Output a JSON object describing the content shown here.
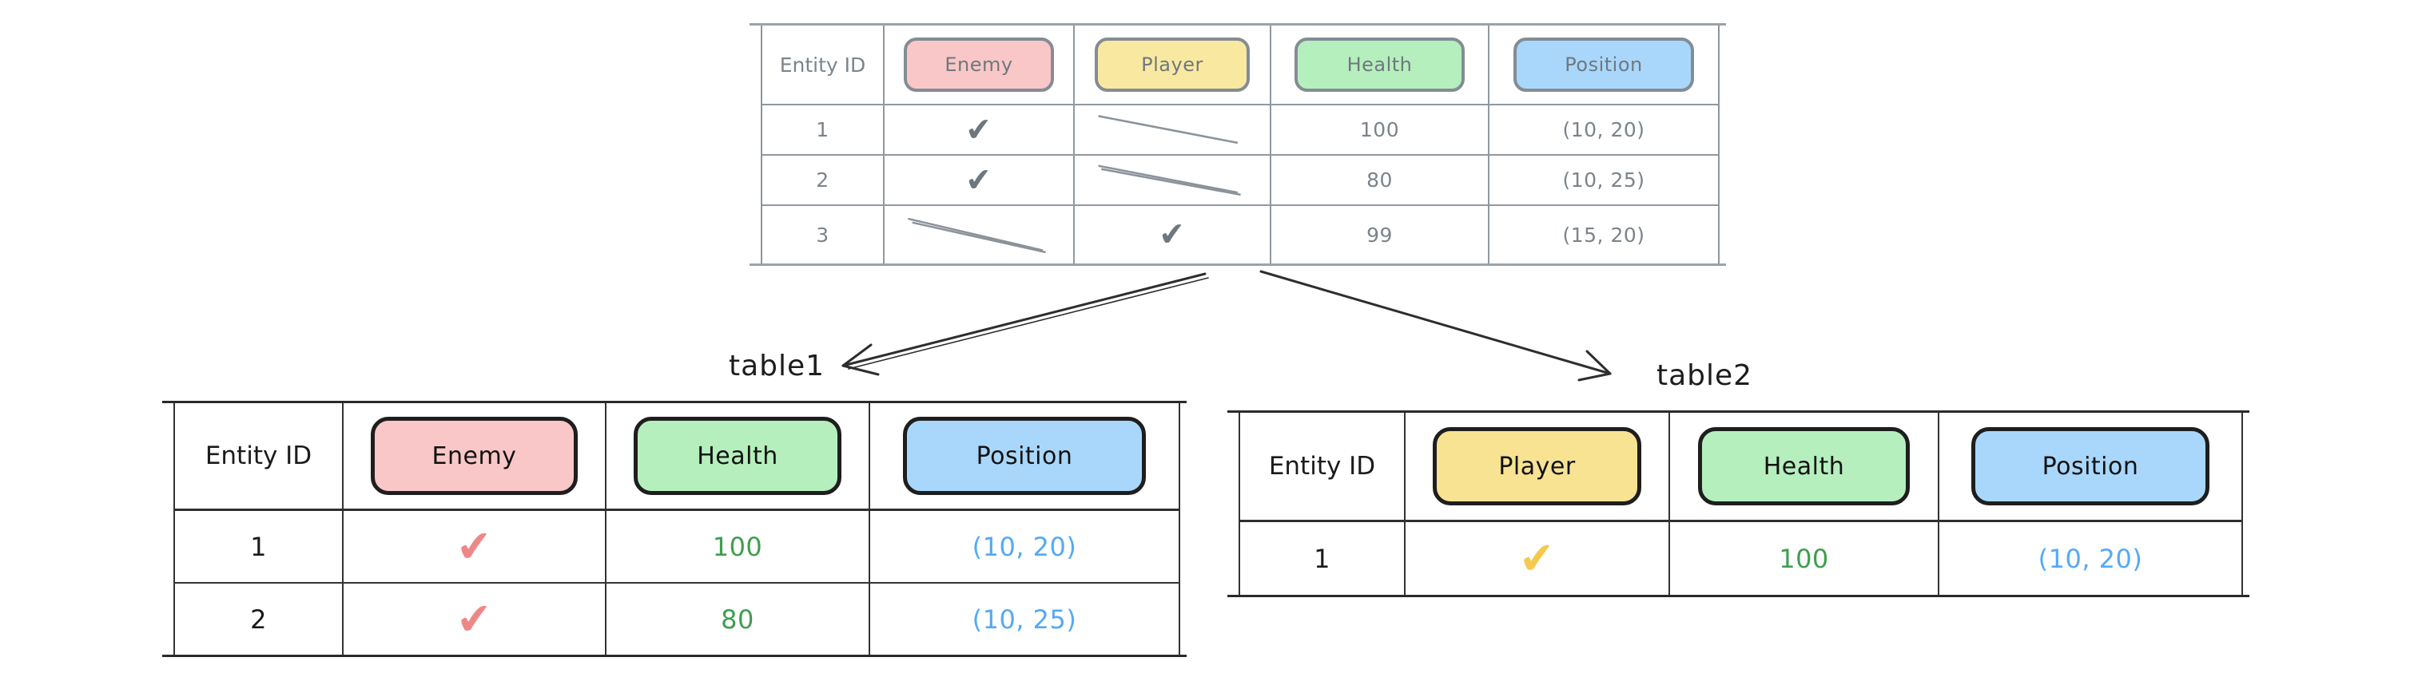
{
  "glyphs": {
    "check": "✔"
  },
  "colors": {
    "pink_pill": "#f9c7c7",
    "yellow_pill": "#f7e392",
    "green_pill": "#b5efbd",
    "blue_pill": "#a9d7fb",
    "muted_stroke": "#868e96",
    "muted_text": "#7b848c",
    "ink": "#1e1e1e",
    "red_check": "#ee8888",
    "yellow_check": "#f5c94b",
    "green_value_text": "#3f9e4e",
    "blue_value_text": "#55a9f5"
  },
  "source_table": {
    "headers": [
      {
        "label": "Entity ID"
      },
      {
        "label": "Enemy",
        "fill": "#f9c7c7"
      },
      {
        "label": "Player",
        "fill": "#f7e392"
      },
      {
        "label": "Health",
        "fill": "#b5efbd"
      },
      {
        "label": "Position",
        "fill": "#a9d7fb"
      }
    ],
    "rows": [
      {
        "entity_id": "1",
        "enemy": "check",
        "player": "null",
        "health": "100",
        "position": "(10, 20)"
      },
      {
        "entity_id": "2",
        "enemy": "check",
        "player": "null",
        "health": "80",
        "position": "(10, 25)"
      },
      {
        "entity_id": "3",
        "enemy": "null",
        "player": "check",
        "health": "99",
        "position": "(15, 20)"
      }
    ]
  },
  "table1": {
    "label": "table1",
    "headers": [
      {
        "label": "Entity ID"
      },
      {
        "label": "Enemy",
        "fill": "#f9c7c7"
      },
      {
        "label": "Health",
        "fill": "#b5efbd"
      },
      {
        "label": "Position",
        "fill": "#a9d7fb"
      }
    ],
    "rows": [
      {
        "entity_id": "1",
        "enemy": "check",
        "health": "100",
        "position": "(10, 20)"
      },
      {
        "entity_id": "2",
        "enemy": "check",
        "health": "80",
        "position": "(10, 25)"
      }
    ]
  },
  "table2": {
    "label": "table2",
    "headers": [
      {
        "label": "Entity ID"
      },
      {
        "label": "Player",
        "fill": "#f7e392"
      },
      {
        "label": "Health",
        "fill": "#b5efbd"
      },
      {
        "label": "Position",
        "fill": "#a9d7fb"
      }
    ],
    "rows": [
      {
        "entity_id": "1",
        "player": "check",
        "health": "100",
        "position": "(10, 20)"
      }
    ]
  }
}
